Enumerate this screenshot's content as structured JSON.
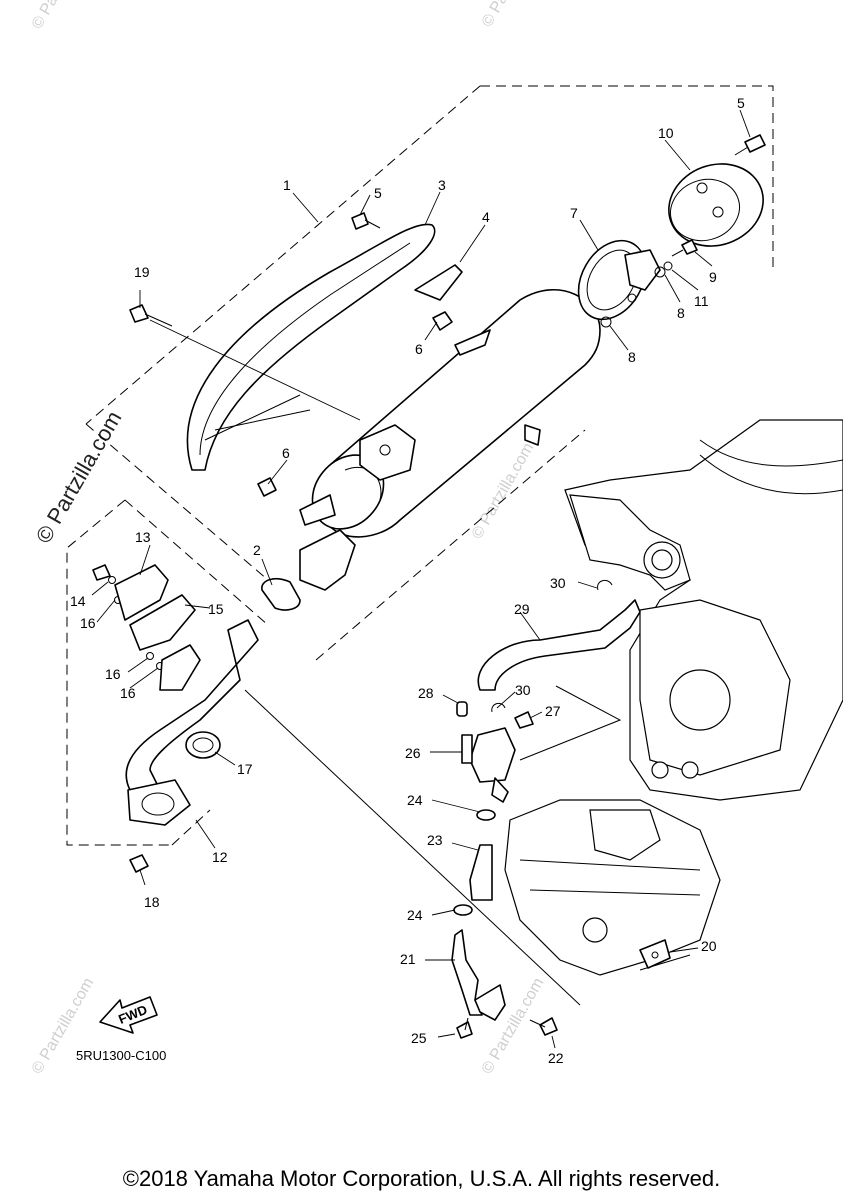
{
  "diagram": {
    "diagram_code": "5RU1300-C100",
    "fwd_label": "FWD",
    "watermark": "© Partzilla.com",
    "copyright": "©2018 Yamaha Motor Corporation, U.S.A. All rights reserved.",
    "callouts": [
      "1",
      "2",
      "3",
      "4",
      "5",
      "5",
      "6",
      "6",
      "7",
      "8",
      "8",
      "9",
      "10",
      "11",
      "12",
      "13",
      "14",
      "15",
      "16",
      "16",
      "16",
      "17",
      "18",
      "19",
      "20",
      "21",
      "22",
      "23",
      "24",
      "24",
      "25",
      "26",
      "27",
      "28",
      "29",
      "30",
      "30"
    ]
  }
}
